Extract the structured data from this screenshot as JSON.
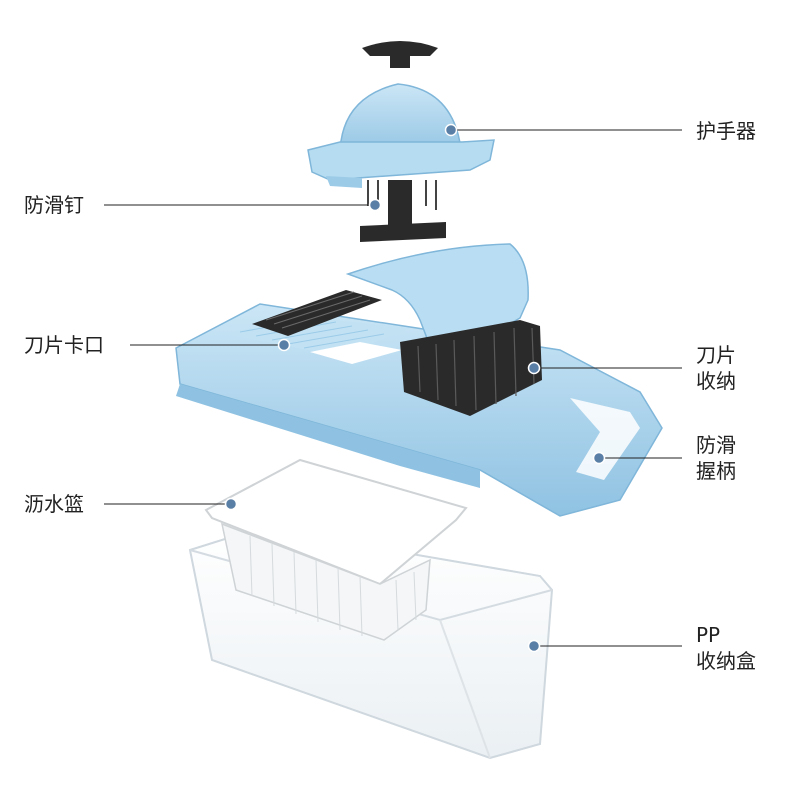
{
  "labels": {
    "hand_guard": "护手器",
    "anti_slip_nails": "防滑钉",
    "blade_slot": "刀片卡口",
    "blade_storage_1": "刀片",
    "blade_storage_2": "收纳",
    "anti_slip_handle_1": "防滑",
    "anti_slip_handle_2": "握柄",
    "drain_basket": "沥水篮",
    "pp_box_1": "PP",
    "pp_box_2": "收纳盒"
  },
  "colors": {
    "blue_plastic": "#a9d3ec",
    "blue_dark": "#7fb6d9",
    "black_part": "#2a2a2a",
    "dot": "#5a7fa6",
    "leader": "#222222"
  }
}
